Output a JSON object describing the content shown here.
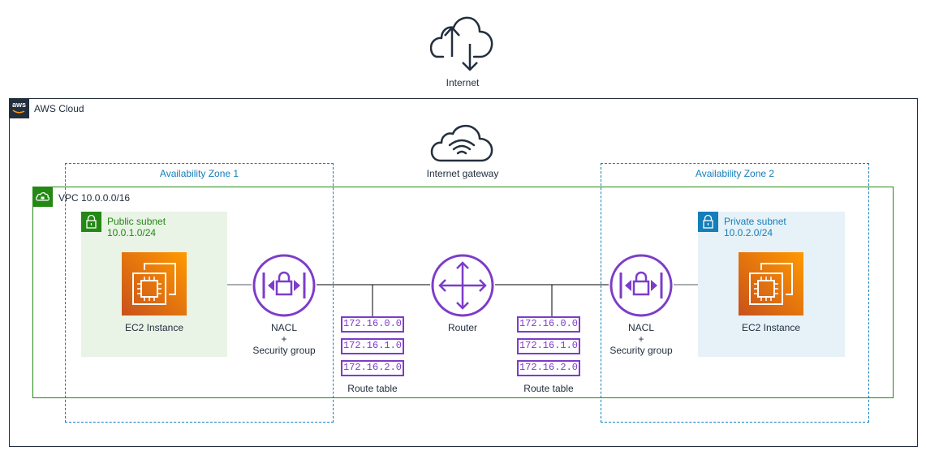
{
  "internet": {
    "label": "Internet"
  },
  "aws_cloud": {
    "label": "AWS Cloud",
    "logo_text": "aws"
  },
  "internet_gateway": {
    "label": "Internet gateway"
  },
  "availability_zones": [
    {
      "label": "Availability Zone 1"
    },
    {
      "label": "Availability Zone 2"
    }
  ],
  "vpc": {
    "label": "VPC 10.0.0.0/16"
  },
  "public_subnet": {
    "title": "Public subnet",
    "cidr": "10.0.1.0/24"
  },
  "private_subnet": {
    "title": "Private subnet",
    "cidr": "10.0.2.0/24"
  },
  "ec2_left": {
    "label": "EC2 Instance"
  },
  "ec2_right": {
    "label": "EC2 Instance"
  },
  "nacl_left": {
    "line1": "NACL",
    "line2": "+",
    "line3": "Security group"
  },
  "nacl_right": {
    "line1": "NACL",
    "line2": "+",
    "line3": "Security group"
  },
  "router": {
    "label": "Router"
  },
  "route_table_left": {
    "label": "Route table",
    "entries": [
      "172.16.0.0",
      "172.16.1.0",
      "172.16.2.0"
    ]
  },
  "route_table_right": {
    "label": "Route table",
    "entries": [
      "172.16.0.0",
      "172.16.1.0",
      "172.16.2.0"
    ]
  },
  "colors": {
    "aws_dark": "#232f3e",
    "vpc_green": "#248814",
    "az_blue": "#147eba",
    "purple": "#7d3cc9",
    "ec2_orange": "#e7650f",
    "public_bg": "#e9f3e6",
    "private_bg": "#e6f2f8"
  }
}
